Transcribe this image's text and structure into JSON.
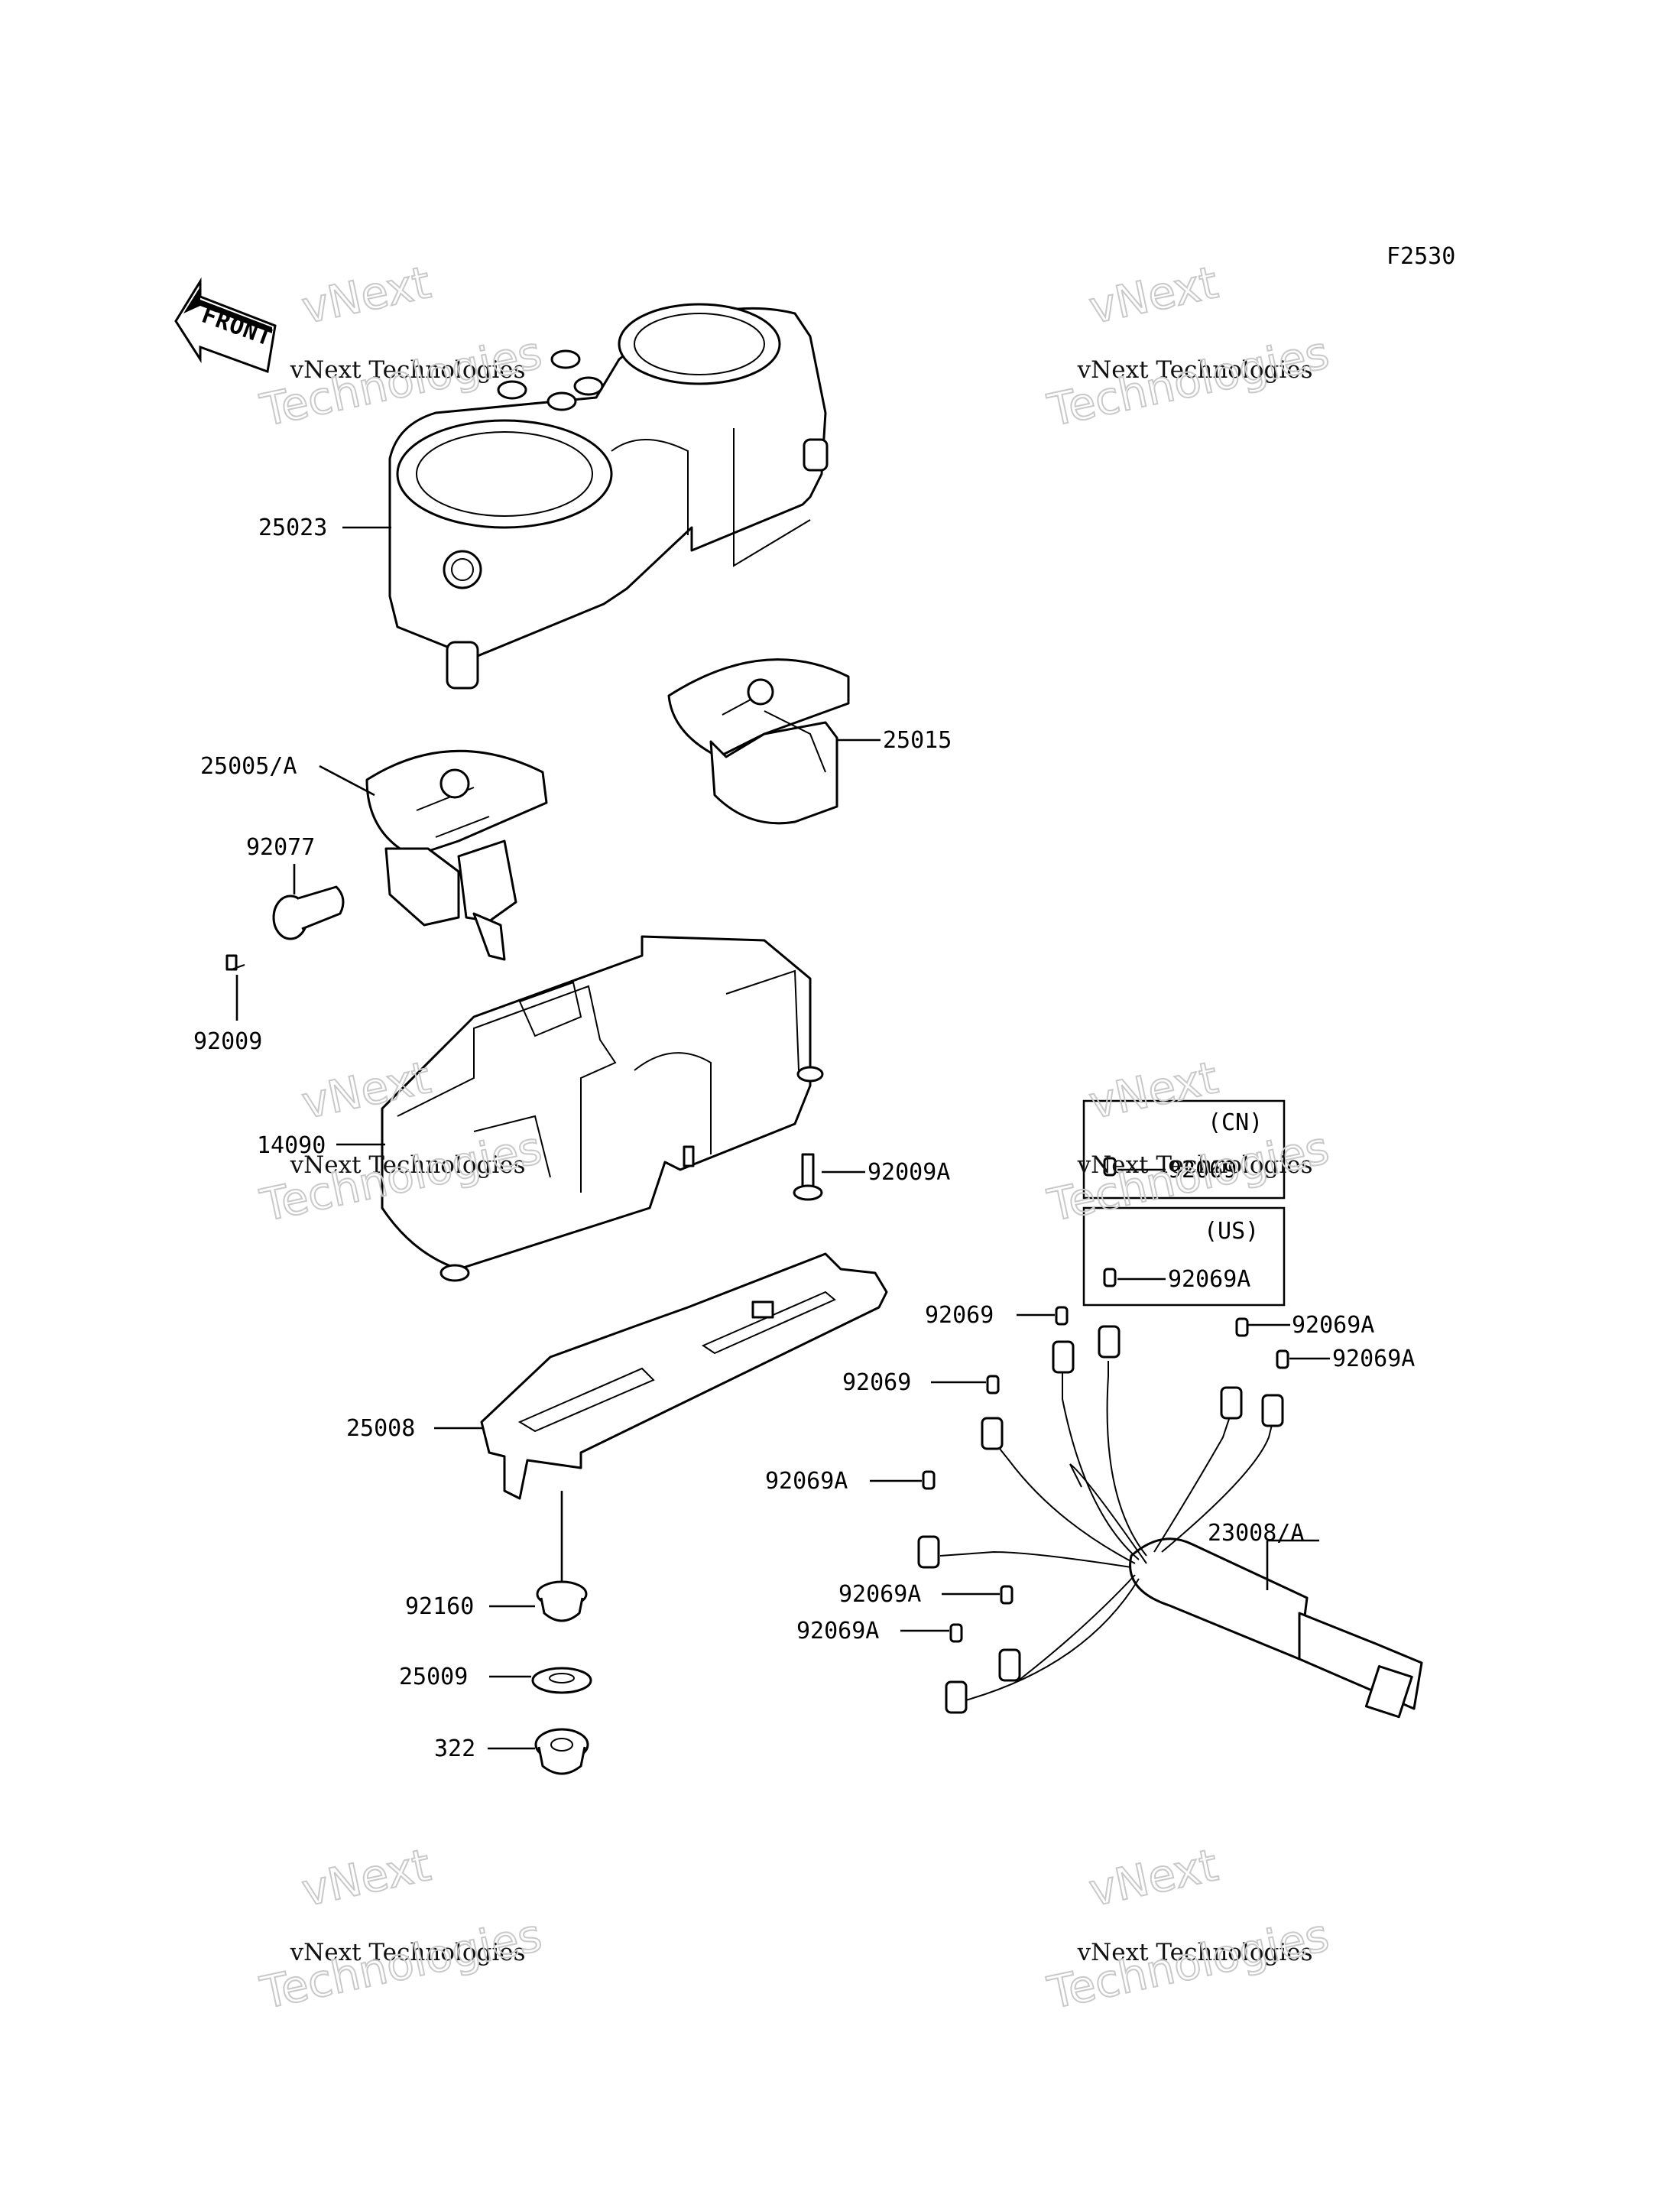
{
  "figure_code": "F2530",
  "front_marker": "FRONT",
  "watermarks": [
    {
      "line1": "vNext",
      "line2": "vNext Technologies",
      "line3": "Technologies"
    },
    {
      "line1": "vNext",
      "line2": "vNext Technologies",
      "line3": "Technologies"
    },
    {
      "line1": "vNext",
      "line2": "vNext Technologies",
      "line3": "Technologies"
    },
    {
      "line1": "vNext",
      "line2": "vNext Technologies",
      "line3": "Technologies"
    },
    {
      "line1": "vNext",
      "line2": "vNext Technologies",
      "line3": "Technologies"
    },
    {
      "line1": "vNext",
      "line2": "vNext Technologies",
      "line3": "Technologies"
    }
  ],
  "parts": {
    "meter_cover": "25023",
    "tachometer": "25005/A",
    "speedometer": "25015",
    "knob": "92077",
    "screw": "92009",
    "meter_case": "14090",
    "screw_a": "92009A",
    "bracket": "25008",
    "damper": "92160",
    "collar": "25009",
    "nut": "322",
    "harness": "23008/A"
  },
  "bulb_labels": [
    "92069",
    "92069A",
    "92069A",
    "92069",
    "92069A",
    "92069A",
    "92069A"
  ],
  "inset_cn": {
    "title": "(CN)",
    "part": "92069"
  },
  "inset_us": {
    "title": "(US)",
    "part": "92069A"
  }
}
